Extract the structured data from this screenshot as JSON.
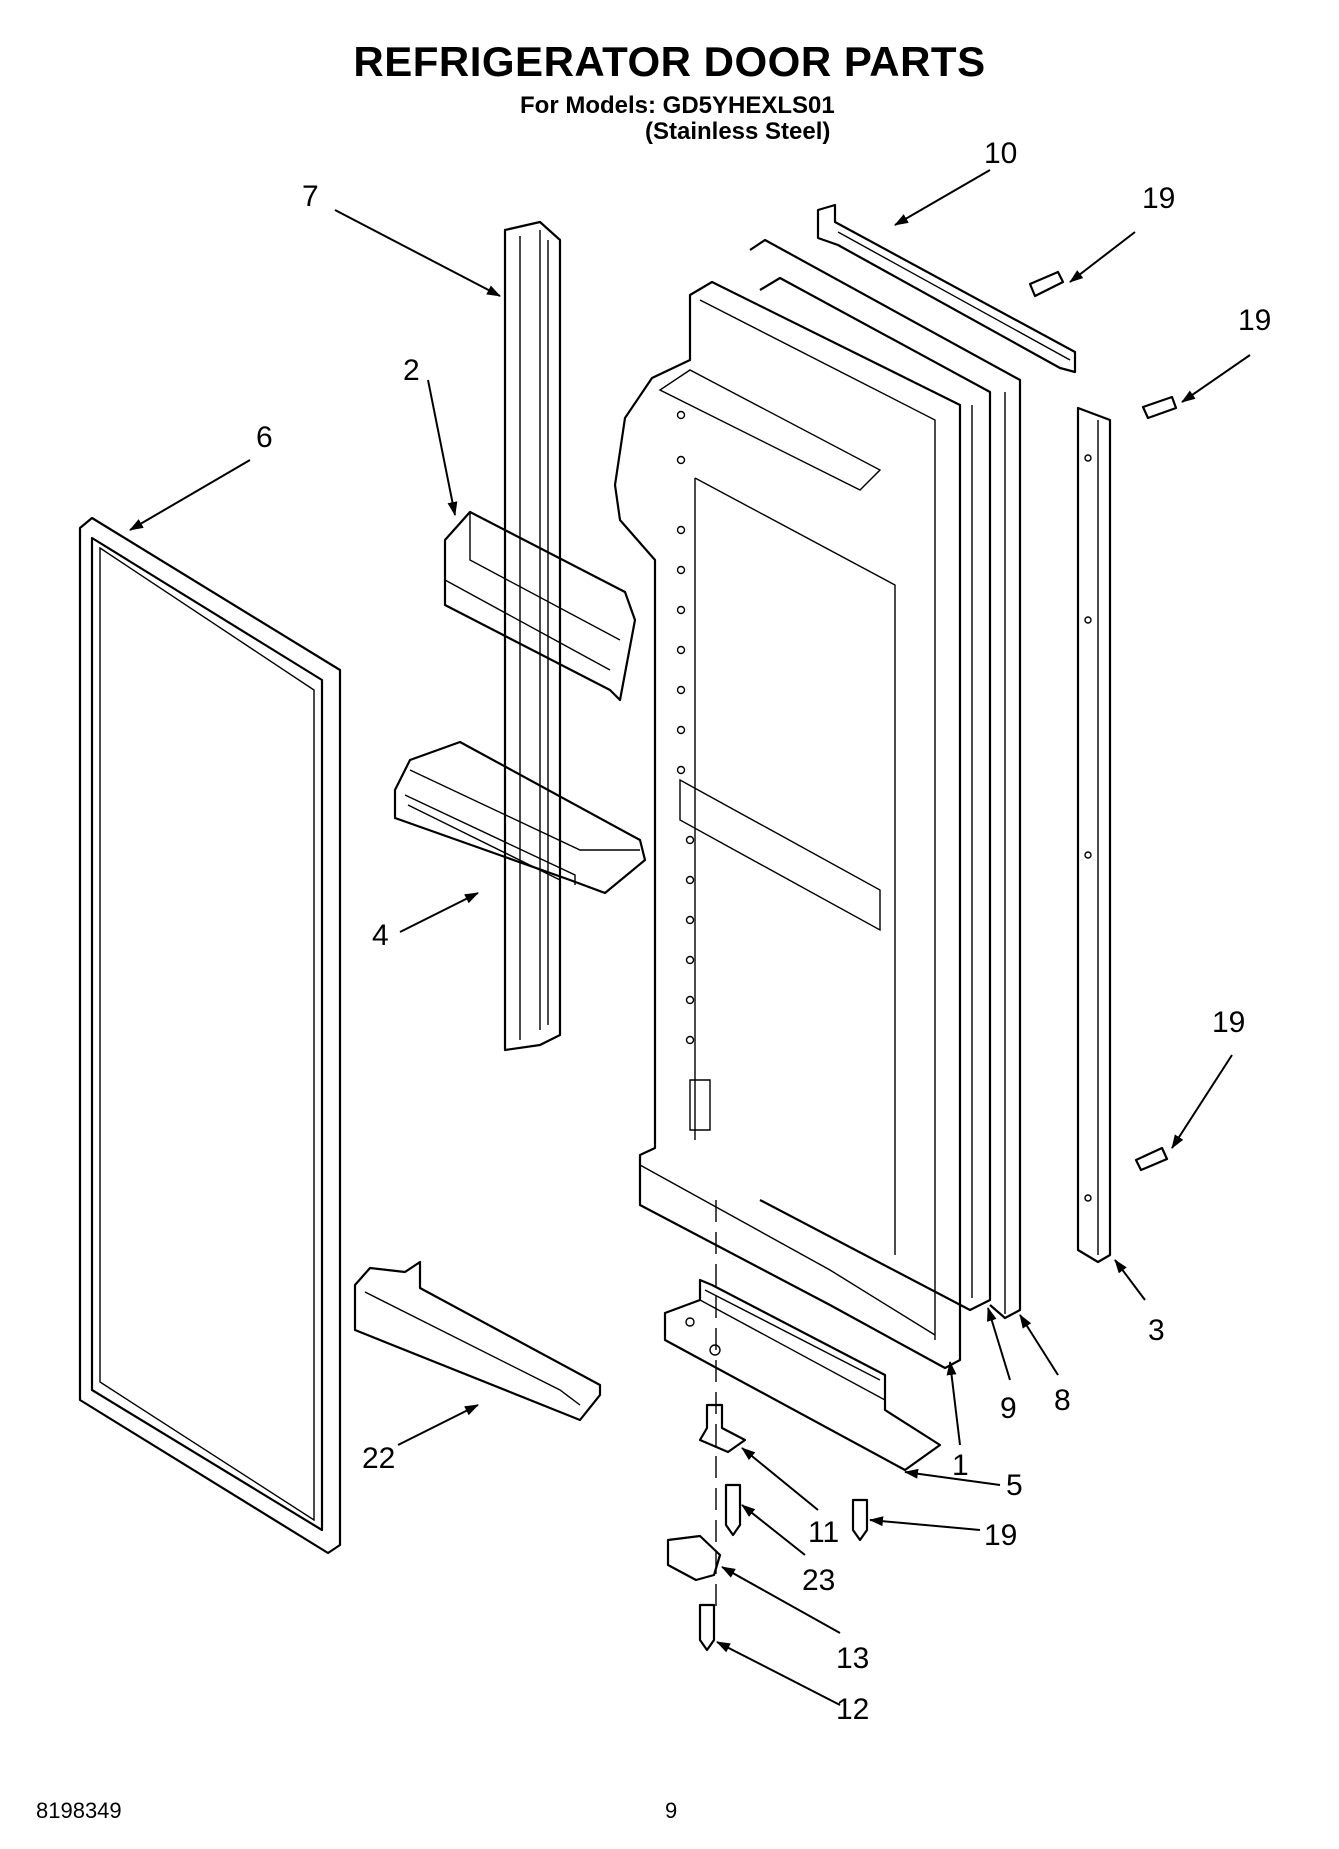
{
  "title": "REFRIGERATOR DOOR PARTS",
  "models_line": "For Models: GD5YHEXLS01",
  "finish_line": "(Stainless Steel)",
  "footer": {
    "doc_number": "8198349",
    "page_number": "9"
  },
  "callouts": [
    {
      "id": "c1",
      "label": "1"
    },
    {
      "id": "c2",
      "label": "2"
    },
    {
      "id": "c3",
      "label": "3"
    },
    {
      "id": "c4",
      "label": "4"
    },
    {
      "id": "c5",
      "label": "5"
    },
    {
      "id": "c6",
      "label": "6"
    },
    {
      "id": "c7",
      "label": "7"
    },
    {
      "id": "c8",
      "label": "8"
    },
    {
      "id": "c9",
      "label": "9"
    },
    {
      "id": "c10",
      "label": "10"
    },
    {
      "id": "c11",
      "label": "11"
    },
    {
      "id": "c12",
      "label": "12"
    },
    {
      "id": "c13",
      "label": "13"
    },
    {
      "id": "c19a",
      "label": "19"
    },
    {
      "id": "c19b",
      "label": "19"
    },
    {
      "id": "c19c",
      "label": "19"
    },
    {
      "id": "c19d",
      "label": "19"
    },
    {
      "id": "c22",
      "label": "22"
    },
    {
      "id": "c23",
      "label": "23"
    }
  ]
}
